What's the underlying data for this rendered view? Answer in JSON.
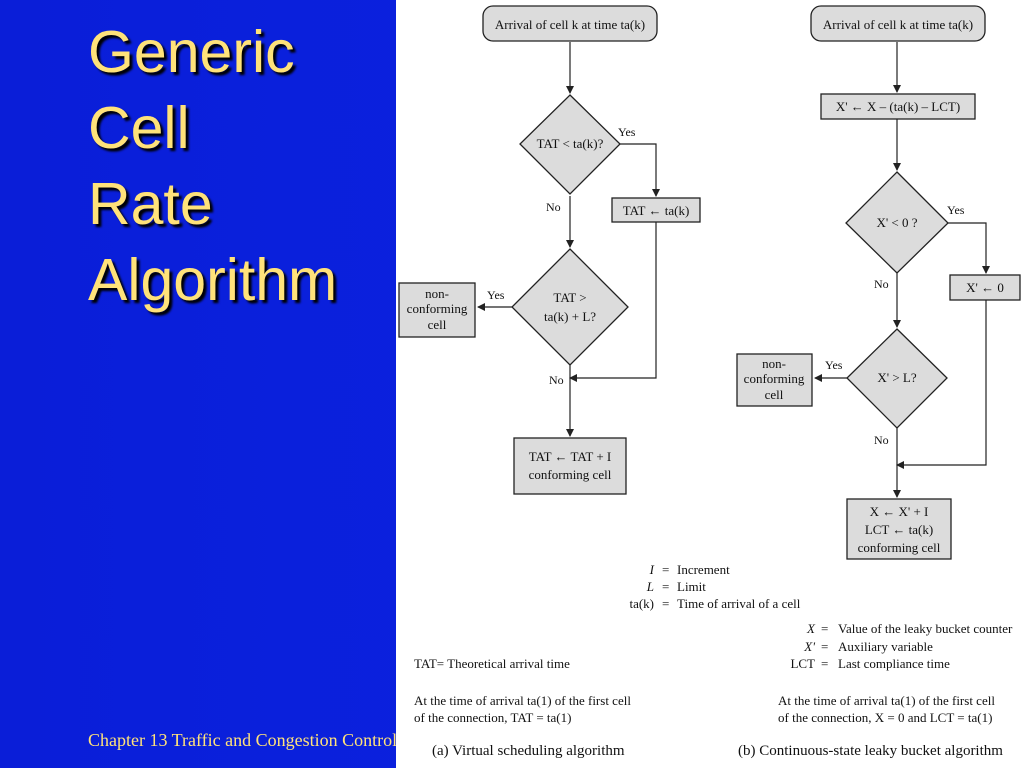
{
  "slide": {
    "title_lines": [
      "Generic",
      "Cell",
      "Rate",
      "Algorithm"
    ],
    "footer": "Chapter 13 Traffic and Congestion Control"
  },
  "diagram_a": {
    "start": "Arrival of cell k at time ta(k)",
    "decision1": "TAT < ta(k)?",
    "decision1_yes": "Yes",
    "decision1_no": "No",
    "set_tat": "TAT ← ta(k)",
    "decision2_line1": "TAT >",
    "decision2_line2": "ta(k) + L?",
    "decision2_yes": "Yes",
    "decision2_no": "No",
    "nonconforming_line1": "non-",
    "nonconforming_line2": "conforming",
    "nonconforming_line3": "cell",
    "update_line1": "TAT ← TAT + I",
    "update_line2": "conforming cell",
    "legend": [
      {
        "sym": "I",
        "eq": "=",
        "desc": "Increment"
      },
      {
        "sym": "L",
        "eq": "=",
        "desc": "Limit"
      },
      {
        "sym": "ta(k)",
        "eq": "=",
        "desc": "Time of arrival of a cell"
      }
    ],
    "tat_def": "TAT= Theoretical arrival time",
    "init_line1": "At the time of arrival ta(1) of the first cell",
    "init_line2": "of the connection, TAT = ta(1)",
    "caption": "(a) Virtual scheduling algorithm"
  },
  "diagram_b": {
    "start": "Arrival of cell k at time ta(k)",
    "step1": "X' ← X – (ta(k) – LCT)",
    "decision1": "X' < 0 ?",
    "decision1_yes": "Yes",
    "decision1_no": "No",
    "set_zero": "X' ← 0",
    "decision2": "X' > L?",
    "decision2_yes": "Yes",
    "decision2_no": "No",
    "nonconforming_line1": "non-",
    "nonconforming_line2": "conforming",
    "nonconforming_line3": "cell",
    "update_line1": "X ← X' + I",
    "update_line2": "LCT ← ta(k)",
    "update_line3": "conforming cell",
    "legend": [
      {
        "sym": "X",
        "eq": "=",
        "desc": "Value of the leaky bucket counter"
      },
      {
        "sym": "X'",
        "eq": "=",
        "desc": "Auxiliary variable"
      },
      {
        "sym": "LCT",
        "eq": "=",
        "desc": "Last compliance time"
      }
    ],
    "init_line1": "At the time of arrival ta(1) of the first cell",
    "init_line2": "of the connection, X = 0 and LCT = ta(1)",
    "caption": "(b) Continuous-state leaky bucket algorithm"
  }
}
